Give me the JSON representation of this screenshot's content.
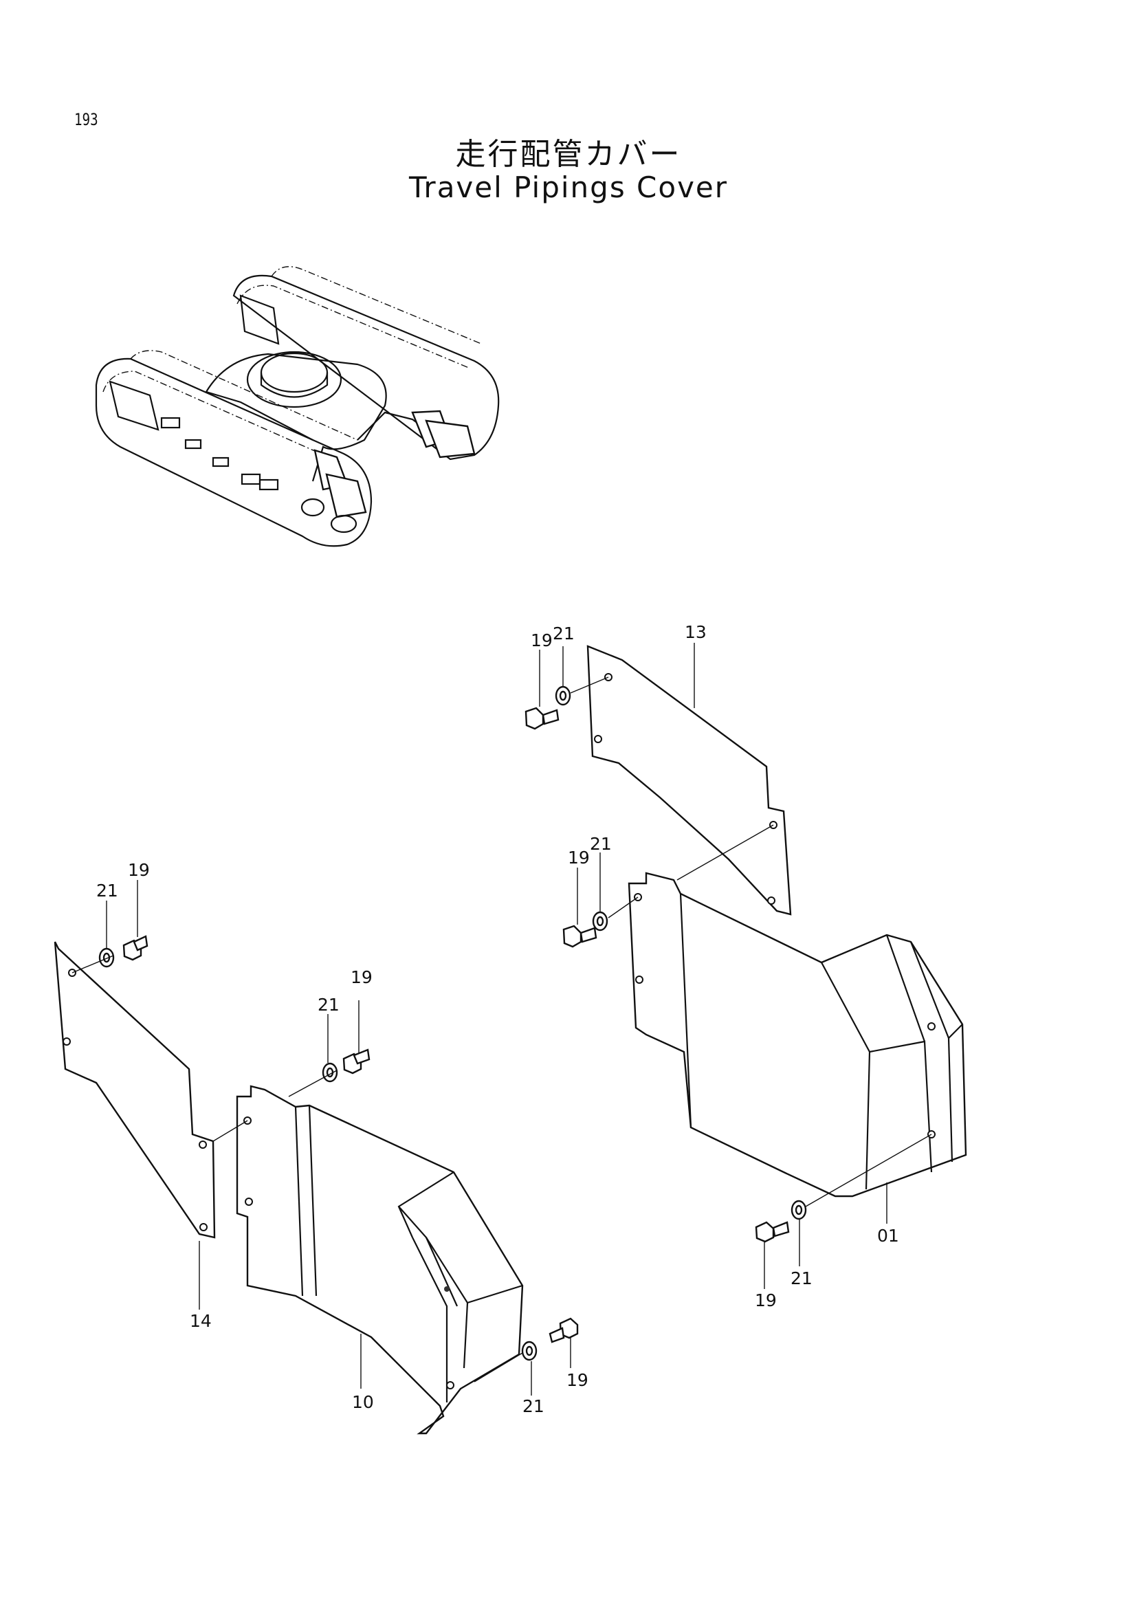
{
  "page_number": "193",
  "title_ja": "走行配管カバー",
  "title_en": "Travel Pipings Cover",
  "callouts": {
    "part_01": "01",
    "part_10": "10",
    "part_13": "13",
    "part_14": "14",
    "bolt_19": "19",
    "washer_21": "21"
  }
}
